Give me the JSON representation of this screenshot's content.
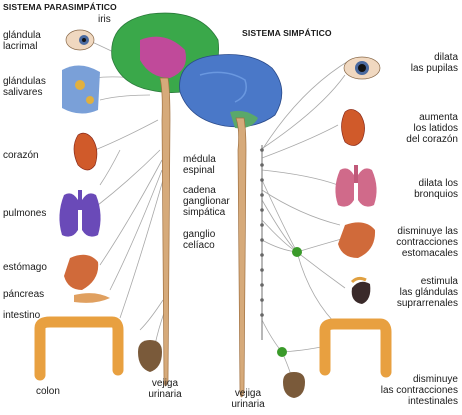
{
  "titles": {
    "parasympathetic": "SISTEMA PARASIMPÁTICO",
    "sympathetic": "SISTEMA SIMPÁTICO"
  },
  "left_labels": {
    "iris": "iris",
    "lacrimal": "glándula\nlacrimal",
    "salivary": "glándulas\nsalivares",
    "heart": "corazón",
    "lungs": "pulmones",
    "stomach": "estómago",
    "pancreas": "páncreas",
    "intestine": "intestino",
    "colon": "colon",
    "bladder": "vejiga\nurinaria"
  },
  "center_labels": {
    "spinal_cord": "médula\nespinal",
    "ganglion_chain": "cadena\nganglionar\nsimpática",
    "celiac_ganglion": "ganglio\ncelíaco",
    "bladder": "vejiga\nurinaria"
  },
  "right_labels": {
    "pupils": "dilata\nlas pupilas",
    "heart": "aumenta\nlos latidos\ndel corazón",
    "bronchi": "dilata los\nbronquios",
    "stomach": "disminuye las\ncontracciones\nestomacales",
    "adrenal": "estimula\nlas glándulas\nsuprarrenales",
    "intestine": "disminuye\nlas contracciones\nintestinales"
  },
  "colors": {
    "spine": "#c99a6a",
    "nerve": "#9a9a9a",
    "ganglion": "#3a9a2a",
    "brain_blue": "#4a78c8",
    "brain_green": "#3aa84a",
    "lungs": "#6a4ab8",
    "organ_red": "#d06a3a",
    "intestine": "#e8a040"
  }
}
